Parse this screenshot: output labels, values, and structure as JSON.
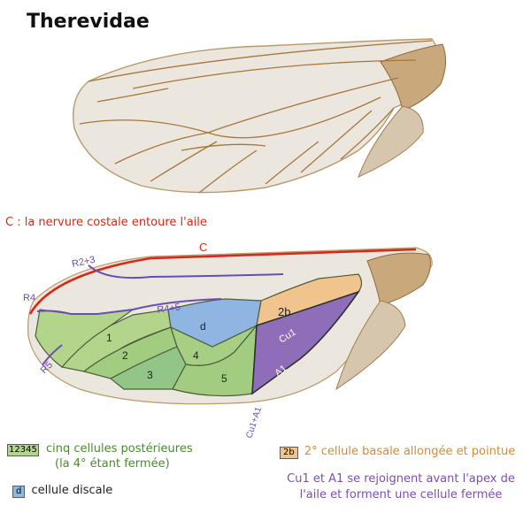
{
  "title": "Therevidae",
  "costal_caption": "C : la nervure costale entoure l'aile",
  "vein_labels": {
    "c": "C",
    "r23": "R2+3",
    "r4": "R4",
    "r45": "R4+5",
    "r5": "R5",
    "cu1": "Cu1",
    "a1": "A1",
    "cu1a1": "Cu1+A1"
  },
  "cell_labels": {
    "c1": "1",
    "c2": "2",
    "c3": "3",
    "c4": "4",
    "c5": "5",
    "d": "d",
    "b2": "2b"
  },
  "legend": {
    "swatch_numbers": [
      "1",
      "2",
      "3",
      "4",
      "5"
    ],
    "posterior_line1": "cinq cellules postérieures",
    "posterior_line2": "(la 4° étant fermée)",
    "discal_swatch": "d",
    "discal_text": "cellule discale",
    "basal_swatch": "2b",
    "basal_text": "2° cellule basale allongée et pointue",
    "cu_line1": "Cu1 et A1 se rejoignent avant l'apex de",
    "cu_line2": "l'aile et forment une cellule fermée"
  },
  "colors": {
    "costal_red": "#d42a1a",
    "vein_purple": "#6a4db3",
    "cell_green_light": "#b3d58b",
    "cell_green_mid": "#a2cc7f",
    "cell_green_dark": "#93c686",
    "discal_blue": "#8fb5e3",
    "basal_orange": "#f0c48c",
    "cu_purple": "#8f6db9",
    "wing_membrane": "#ede8df",
    "vein_brown": "#a6763a"
  }
}
